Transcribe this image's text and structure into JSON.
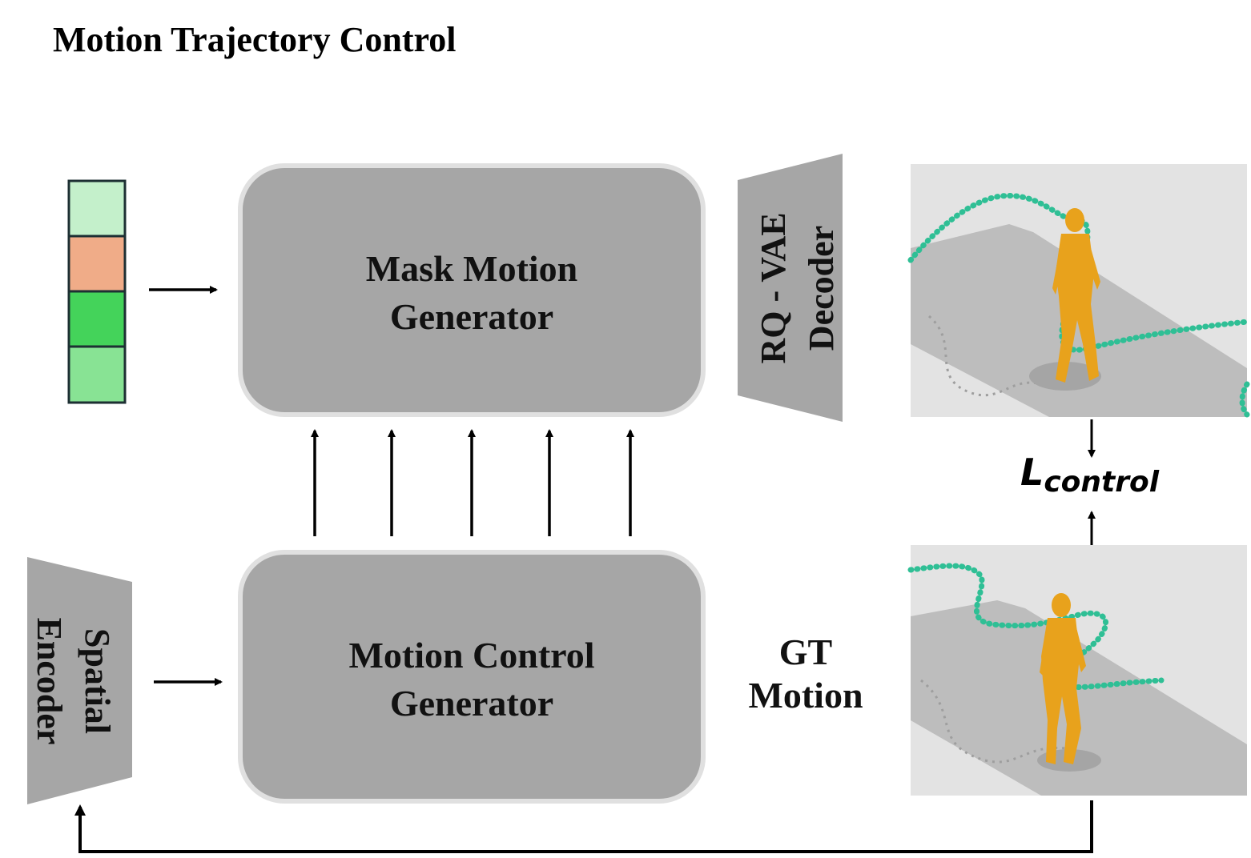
{
  "title": "Motion Trajectory Control",
  "mask_generator": {
    "line1": "Mask Motion",
    "line2": "Generator"
  },
  "control_generator": {
    "line1": "Motion Control",
    "line2": "Generator"
  },
  "decoder": {
    "line1": "RQ - VAE",
    "line2": "Decoder"
  },
  "encoder": {
    "line1": "Spatial",
    "line2": "Encoder"
  },
  "gt_motion": {
    "line1": "GT",
    "line2": "Motion"
  },
  "loss": {
    "symbol": "L",
    "subscript": "control"
  },
  "token_colors": [
    "#c4f0cb",
    "#f0ac88",
    "#44d35a",
    "#88e394"
  ],
  "colors": {
    "box_fill": "#a6a6a6",
    "box_border": "#e0e0e0",
    "trapezoid_fill": "#a6a6a6",
    "trajectory": "#2fbf95",
    "figure": "#e8a21c"
  }
}
